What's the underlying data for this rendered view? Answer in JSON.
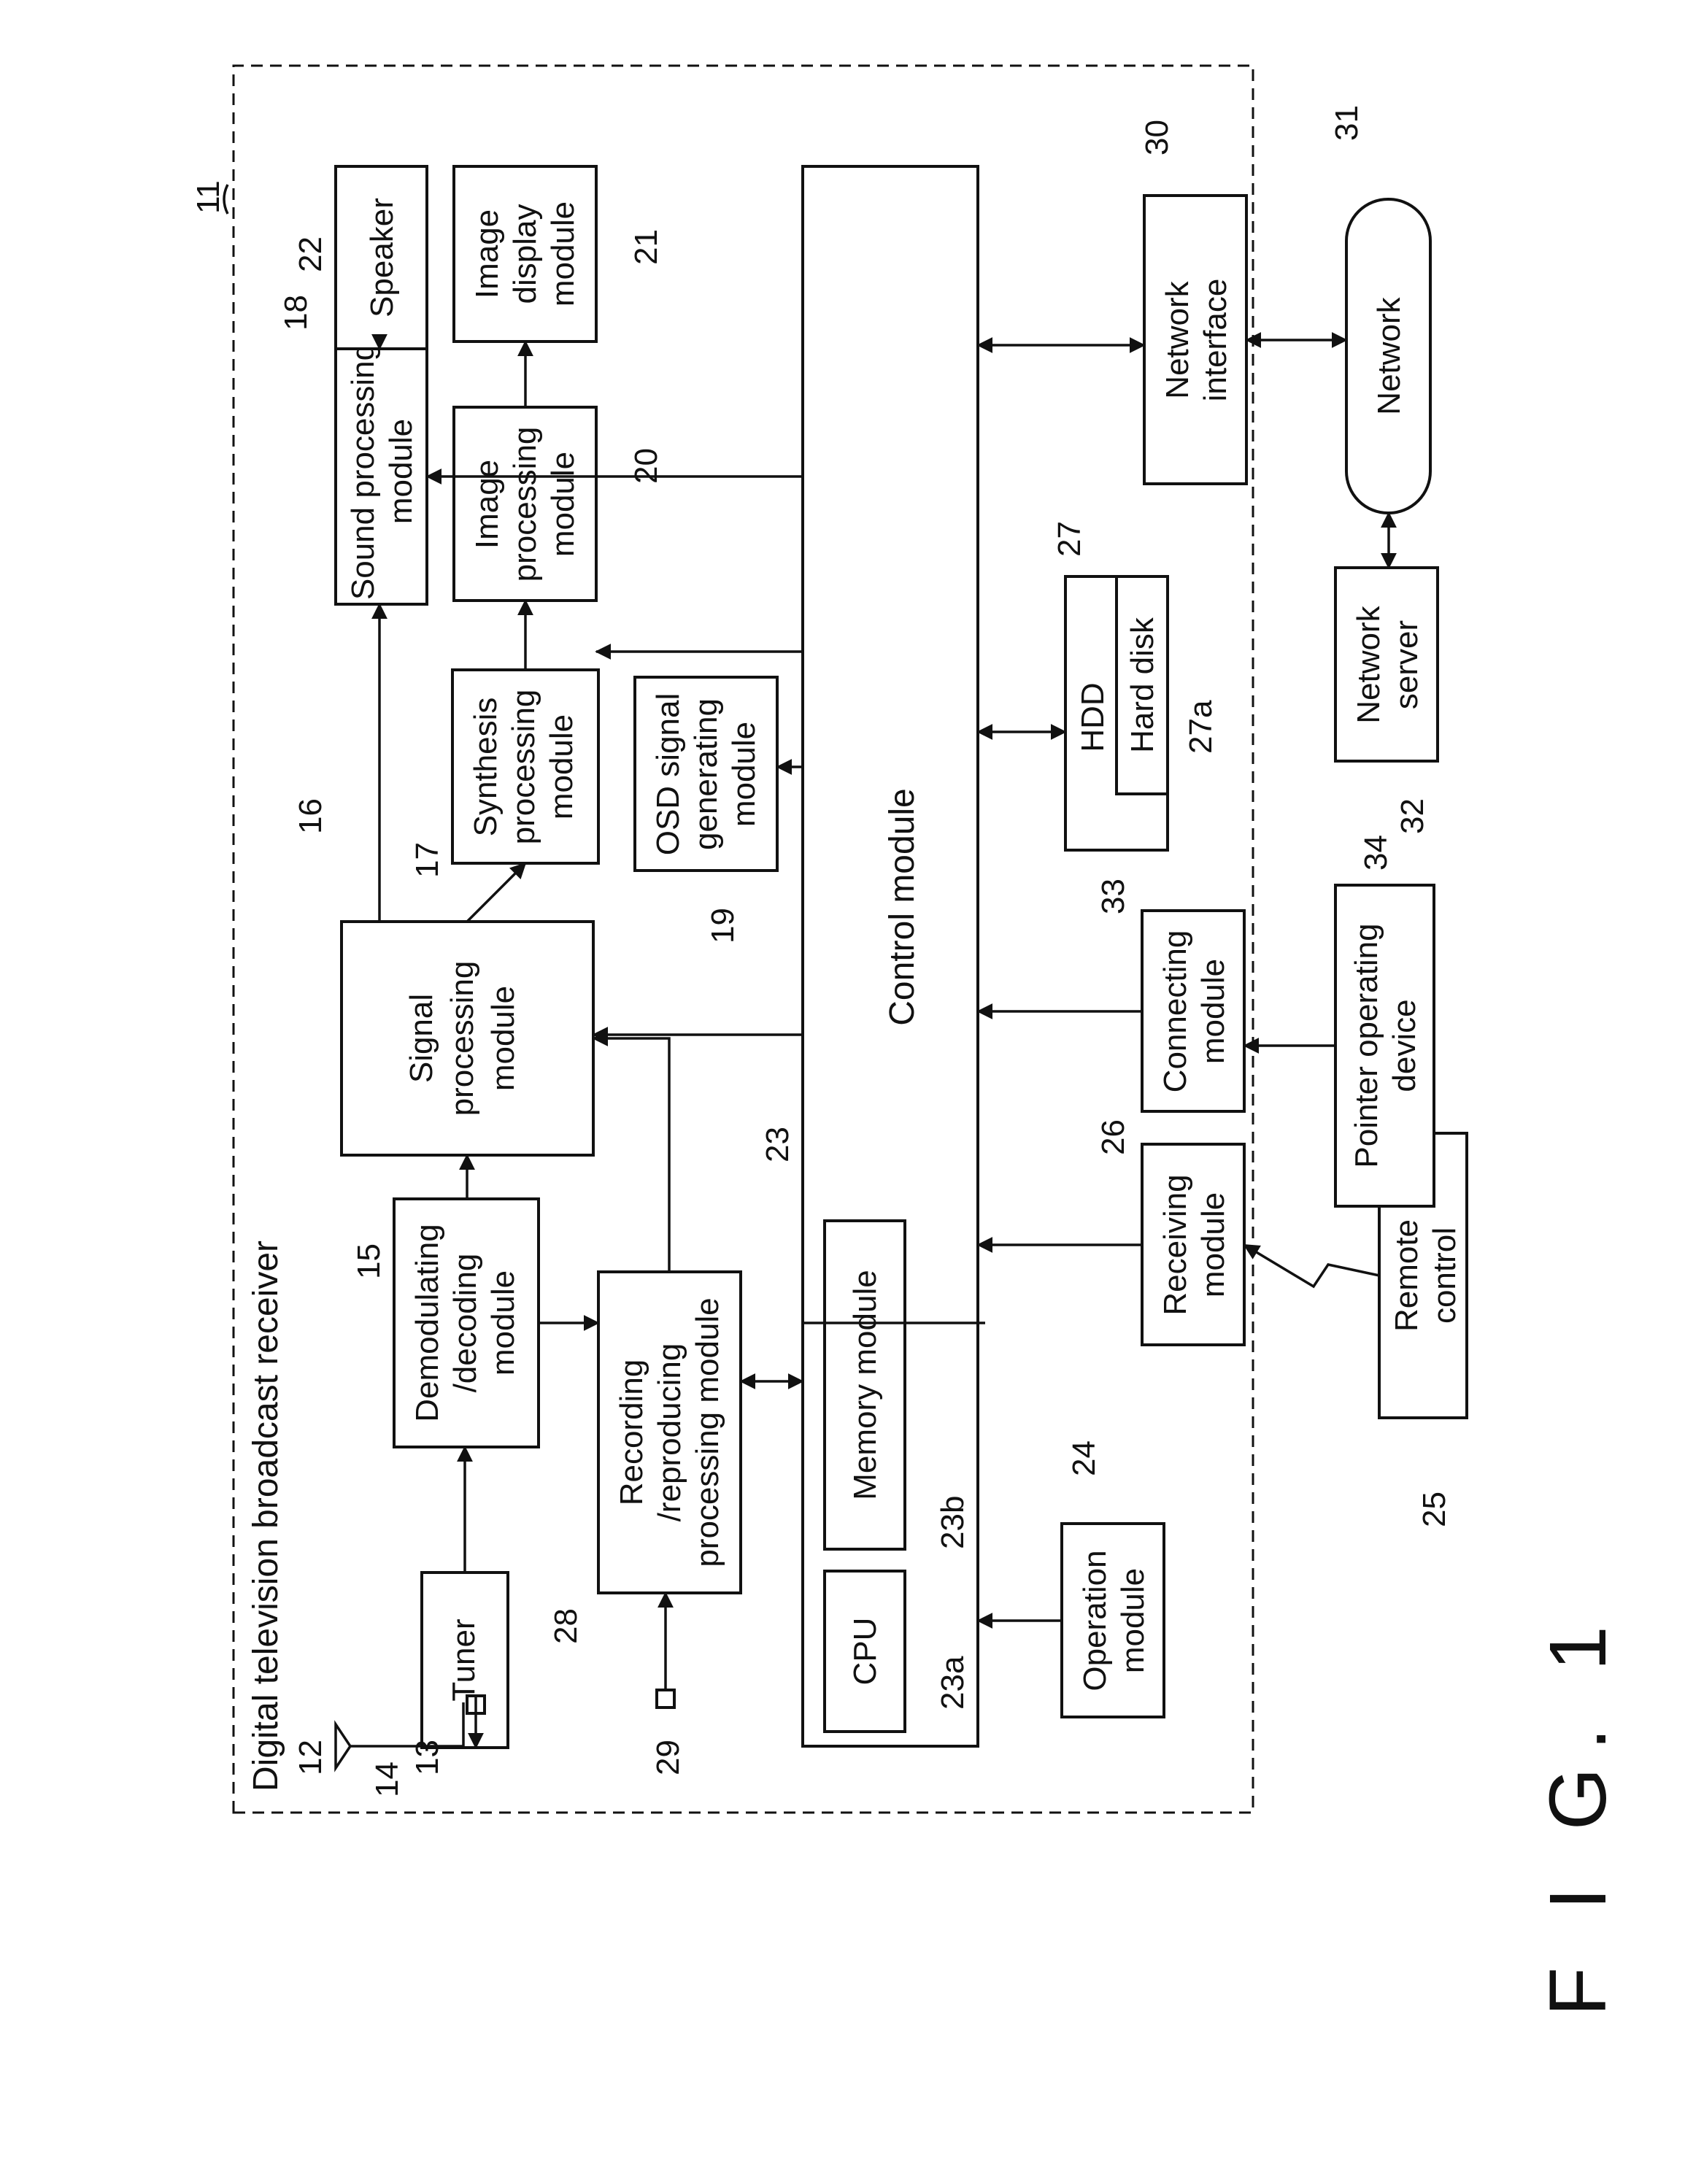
{
  "figure_label": "F I G. 1",
  "enclosure": {
    "ref": "11",
    "title": "Digital television broadcast receiver"
  },
  "blocks": {
    "tuner": {
      "ref": "14",
      "lines": [
        "Tuner"
      ]
    },
    "demod": {
      "ref": "15",
      "lines": [
        "Demodulating",
        "/decoding",
        "module"
      ]
    },
    "recording": {
      "ref": "28",
      "lines": [
        "Recording",
        "/reproducing",
        "processing module"
      ]
    },
    "signal": {
      "ref": "16",
      "lines": [
        "Signal",
        "processing",
        "module"
      ]
    },
    "synthesis": {
      "ref": "17",
      "lines": [
        "Synthesis",
        "processing",
        "module"
      ]
    },
    "osd": {
      "ref": "19",
      "lines": [
        "OSD signal",
        "generating",
        "module"
      ]
    },
    "sound": {
      "ref": "18",
      "lines": [
        "Sound processing",
        "module"
      ]
    },
    "image_proc": {
      "ref": "20",
      "lines": [
        "Image",
        "processing",
        "module"
      ]
    },
    "speaker": {
      "ref": "22",
      "lines": [
        "Speaker"
      ]
    },
    "image_disp": {
      "ref": "21",
      "lines": [
        "Image",
        "display",
        "module"
      ]
    },
    "control": {
      "ref": "23",
      "lines": [
        "Control module"
      ]
    },
    "cpu": {
      "ref": "23a",
      "lines": [
        "CPU"
      ]
    },
    "memory": {
      "ref": "23b",
      "lines": [
        "Memory module"
      ]
    },
    "operation": {
      "ref": "24",
      "lines": [
        "Operation",
        "module"
      ]
    },
    "receiving": {
      "ref": "26",
      "lines": [
        "Receiving",
        "module"
      ]
    },
    "connecting": {
      "ref": "33",
      "lines": [
        "Connecting",
        "module"
      ]
    },
    "hdd": {
      "ref": "27",
      "lines": [
        "HDD"
      ]
    },
    "harddisk": {
      "ref": "27a",
      "lines": [
        "Hard disk"
      ]
    },
    "netif": {
      "ref": "30",
      "lines": [
        "Network",
        "interface"
      ]
    },
    "remote": {
      "ref": "25",
      "lines": [
        "Remote",
        "control"
      ]
    },
    "pointer": {
      "ref": "34",
      "lines": [
        "Pointer operating",
        "device"
      ]
    },
    "netserver": {
      "ref": "32",
      "lines": [
        "Network",
        "server"
      ]
    },
    "network": {
      "ref": "31",
      "lines": [
        "Network"
      ]
    }
  },
  "terminals": {
    "antenna": "12",
    "antenna_input": "13",
    "external_input": "29"
  }
}
